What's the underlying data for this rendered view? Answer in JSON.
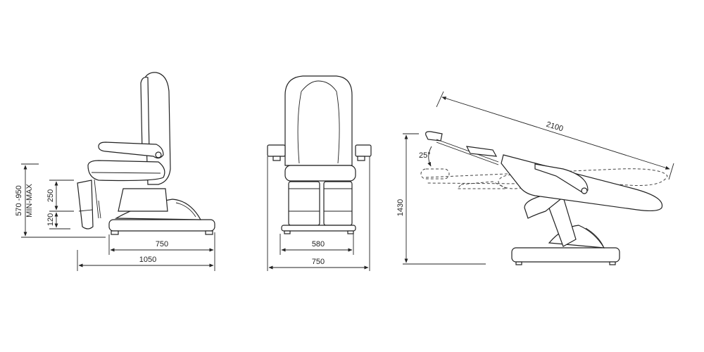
{
  "side_view": {
    "height_range": "570 -950",
    "height_range_note": "MIN-MAX",
    "footrest_adjust": "250",
    "footrest_min": "120",
    "base_depth": "750",
    "total_depth": "1050"
  },
  "front_view": {
    "base_width": "580",
    "total_width": "750"
  },
  "reclined_view": {
    "total_height": "1430",
    "total_length": "2100",
    "tilt_angle": "25°"
  }
}
